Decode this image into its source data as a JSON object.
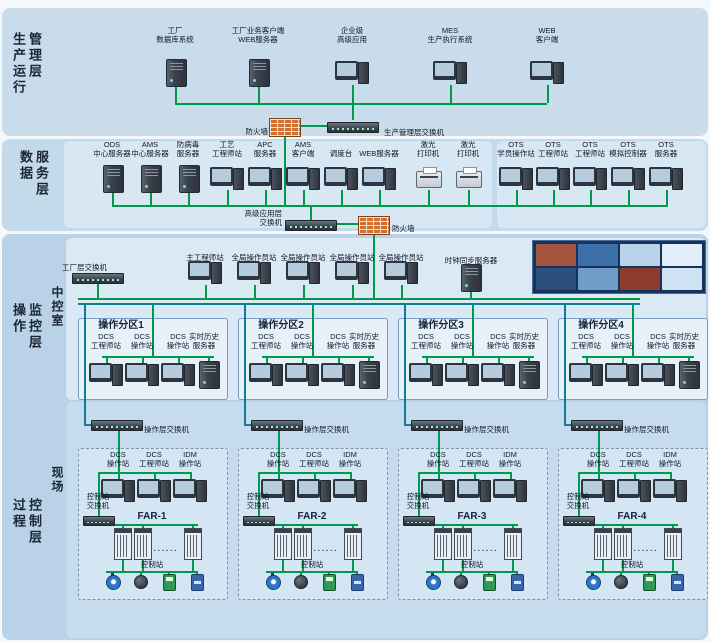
{
  "side": {
    "l1": "生产运行\n管理层",
    "l2": "数据\n服务层",
    "l3": "操作\n监控层",
    "l4": "过程\n控制层",
    "control_room": "中控室",
    "field": "现场"
  },
  "colors": {
    "line_green": "#009a4d",
    "line_teal": "#0f7f93",
    "band_management": "#c8dcec",
    "band_data": "#c3daeb",
    "band_control": "#bad2e7",
    "panel_control_room": "#dbe9f5",
    "panel_field": "#c6dcee",
    "firewall_brick": "#cf6f2c"
  },
  "layer1": {
    "devices": [
      {
        "type": "server",
        "label": "工厂\n数据库系统"
      },
      {
        "type": "server",
        "label": "工厂业务客户端\nWEB服务器"
      },
      {
        "type": "ws",
        "label": "企业级\n高级应用"
      },
      {
        "type": "ws",
        "label": "MES\n生产执行系统"
      },
      {
        "type": "ws",
        "label": "WEB\n客户端"
      }
    ],
    "firewall": "防火墙",
    "switch": "生产管理层交换机"
  },
  "layer2": {
    "devices": [
      {
        "type": "server",
        "label": "ODS\n中心服务器"
      },
      {
        "type": "server",
        "label": "AMS\n中心服务器"
      },
      {
        "type": "server",
        "label": "防病毒\n服务器"
      },
      {
        "type": "ws",
        "label": "工艺\n工程师站"
      },
      {
        "type": "ws",
        "label": "APC\n服务器"
      },
      {
        "type": "ws",
        "label": "AMS\n客户端"
      },
      {
        "type": "ws",
        "label": "调度台"
      },
      {
        "type": "ws",
        "label": "WEB服务器"
      },
      {
        "type": "printer",
        "label": "激光\n打印机"
      },
      {
        "type": "printer",
        "label": "激光\n打印机"
      },
      {
        "type": "ws",
        "label": "OTS\n学员操作站"
      },
      {
        "type": "ws",
        "label": "OTS\n工程师站"
      },
      {
        "type": "ws",
        "label": "OTS\n工程师站"
      },
      {
        "type": "ws",
        "label": "OTS\n模拟控制器"
      },
      {
        "type": "ws",
        "label": "OTS\n服务器"
      }
    ],
    "switch": "高级应用层\n交换机",
    "firewall": "防火墙"
  },
  "layer3": {
    "factory_switch": "工厂层交换机",
    "stations": [
      "主工程师站",
      "全局操作员站",
      "全局操作员站",
      "全局操作员站",
      "全局操作员站"
    ],
    "clock_server": "时钟同步服务器",
    "zones": [
      {
        "title": "操作分区1"
      },
      {
        "title": "操作分区2"
      },
      {
        "title": "操作分区3"
      },
      {
        "title": "操作分区4"
      }
    ],
    "zone_stations": [
      "DCS\n工程师站",
      "DCS\n操作站",
      "DCS\n操作站"
    ],
    "zone_server": "实时历史\n服务器",
    "zone_switch": "操作层交换机"
  },
  "layer4": {
    "far_labels": [
      "FAR-1",
      "FAR-2",
      "FAR-3",
      "FAR-4"
    ],
    "stations": [
      "DCS\n操作站",
      "DCS\n工程师站",
      "IDM\n操作站"
    ],
    "switch": "控制站\n交换机",
    "rack_label": "控制站",
    "dots": "......"
  }
}
